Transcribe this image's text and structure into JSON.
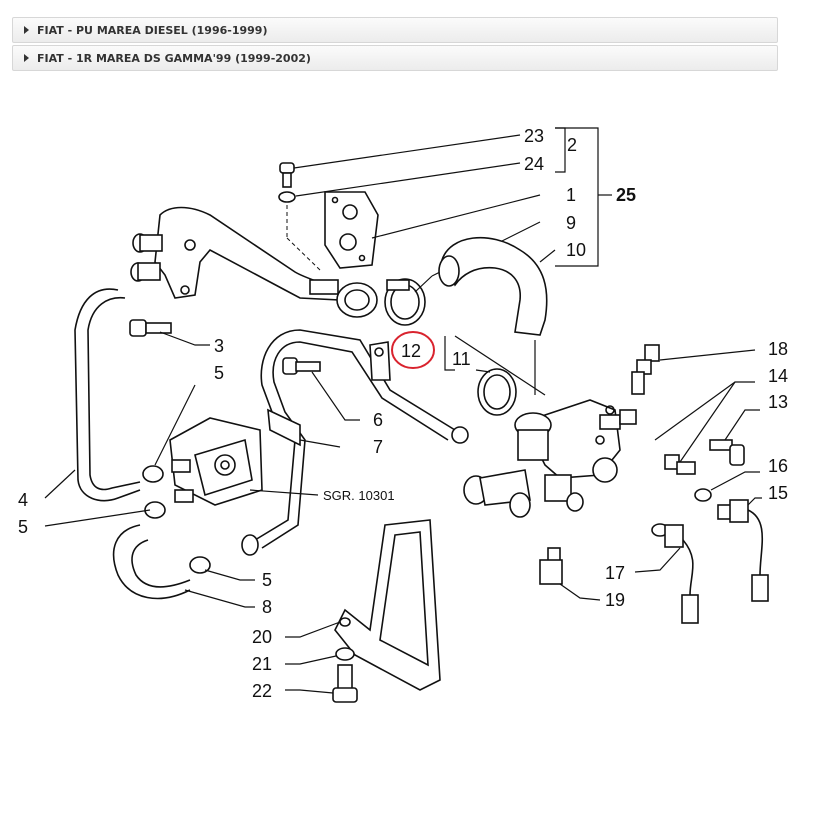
{
  "accordion": [
    {
      "label": "FIAT - PU MAREA DIESEL (1996-1999)"
    },
    {
      "label": "FIAT - 1R MAREA DS GAMMA'99 (1999-2002)"
    }
  ],
  "diagram": {
    "callouts": [
      "23",
      "24",
      "2",
      "25",
      "1",
      "9",
      "10",
      "3",
      "12",
      "11",
      "18",
      "14",
      "13",
      "5",
      "6",
      "7",
      "16",
      "15",
      "4",
      "5",
      "SGR. 10301",
      "17",
      "19",
      "5",
      "8",
      "20",
      "21",
      "22"
    ],
    "highlight_color": "#d9232e"
  }
}
